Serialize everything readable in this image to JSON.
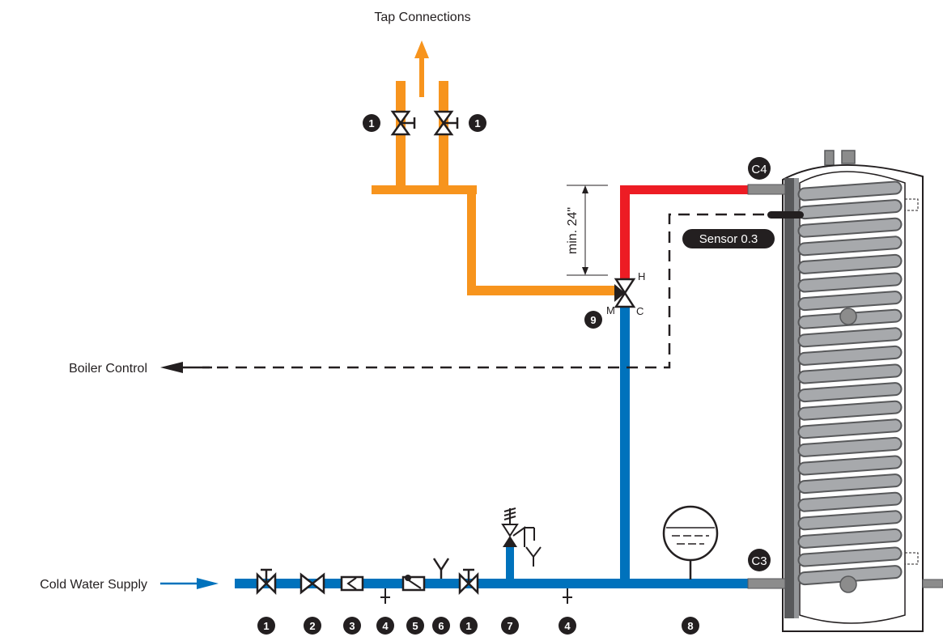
{
  "labels": {
    "tap_connections": "Tap Connections",
    "boiler_control": "Boiler Control",
    "cold_water_supply": "Cold Water Supply",
    "min_height": "min. 24\"",
    "sensor": "Sensor 0.3",
    "hot_port": "H",
    "mix_port": "M",
    "cold_port": "C"
  },
  "connections": {
    "top": "C4",
    "bottom": "C3"
  },
  "bottom_numbers": [
    "1",
    "2",
    "3",
    "4",
    "5",
    "6",
    "1",
    "7",
    "4",
    "8"
  ],
  "tap_numbers": [
    "1",
    "1"
  ],
  "mixer_number": "9",
  "colors": {
    "hot": "#ed1c24",
    "mixed": "#f7941d",
    "cold": "#0072bc",
    "ink": "#231f20",
    "coil": "#8c8c8c",
    "tank_wall": "#58595b"
  },
  "icons": [
    "shutoff-valve-icon",
    "check-valve-icon",
    "strainer-icon",
    "drain-icon",
    "backflow-preventer-icon",
    "funnel-icon",
    "relief-valve-icon",
    "expansion-tank-icon",
    "mixing-valve-icon",
    "arrow-icon"
  ]
}
